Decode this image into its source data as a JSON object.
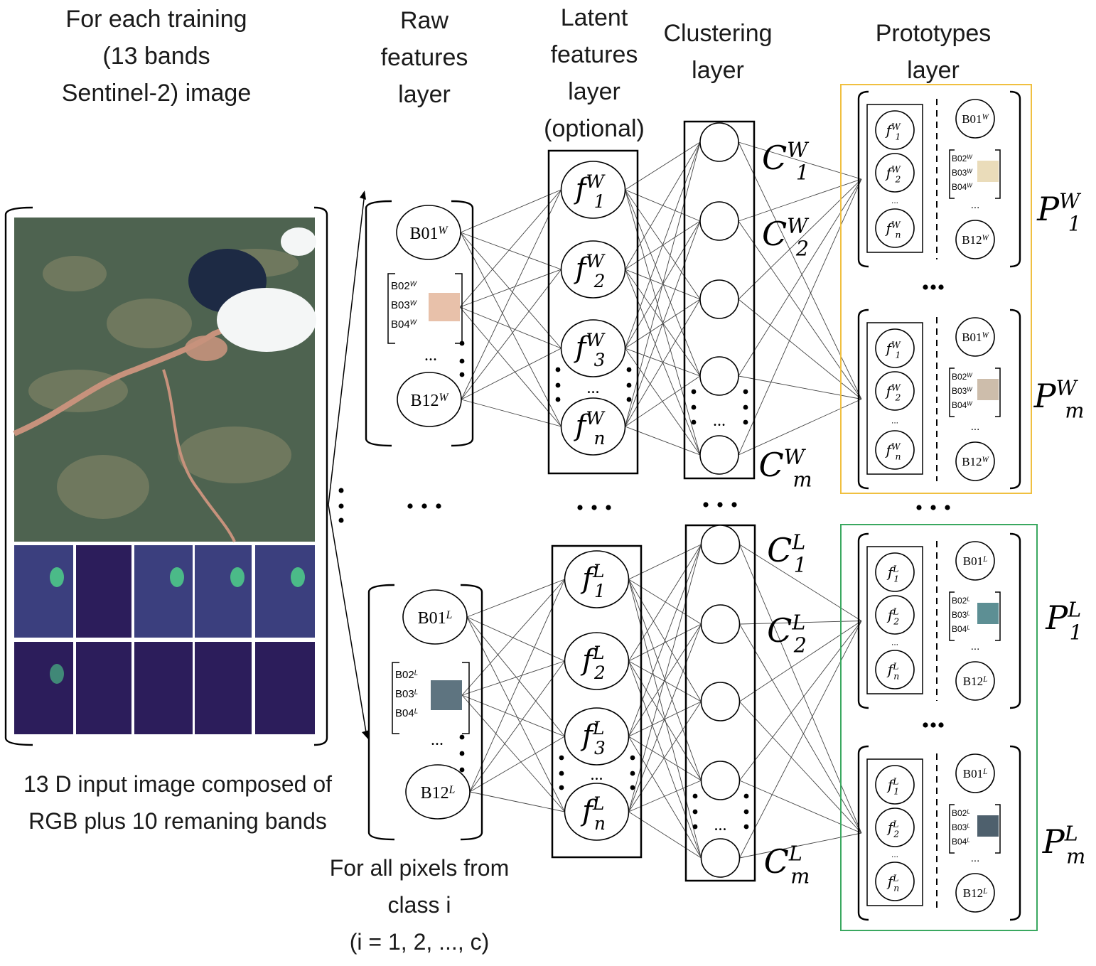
{
  "headings": {
    "input": [
      "For each training",
      "(13 bands",
      "Sentinel-2) image"
    ],
    "raw": [
      "Raw",
      "features",
      "layer"
    ],
    "latent": [
      "Latent",
      "features",
      "layer",
      "(optional)"
    ],
    "clustering": [
      "Clustering",
      "layer"
    ],
    "prototypes": [
      "Prototypes",
      "layer"
    ]
  },
  "captions": {
    "input": [
      "13 D input image composed of",
      "RGB plus 10 remaning bands"
    ],
    "pixels": [
      "For all pixels from",
      "class i",
      "(i = 1, 2, ..., c)"
    ]
  },
  "ellipsis": "...",
  "classes": [
    {
      "sup": "W",
      "frame_color": "#f0c040",
      "swatch_raw": "#e8c1aa",
      "swatch_proto": [
        "#eadcba",
        "#cdbdab"
      ],
      "band_first": "B01",
      "bands_mid": [
        "B02",
        "B03",
        "B04"
      ],
      "band_last": "B12",
      "f_base": "f",
      "f_subs": [
        "1",
        "2",
        "3",
        "n"
      ],
      "c_base": "C",
      "c_subs": [
        "1",
        "2",
        "m"
      ],
      "p_base": "P",
      "p_subs": [
        "1",
        "m"
      ]
    },
    {
      "sup": "L",
      "frame_color": "#3aa860",
      "swatch_raw": "#5e7480",
      "swatch_proto": [
        "#5d8f94",
        "#4e606d"
      ],
      "band_first": "B01",
      "bands_mid": [
        "B02",
        "B03",
        "B04"
      ],
      "band_last": "B12",
      "f_base": "f",
      "f_subs": [
        "1",
        "2",
        "3",
        "n"
      ],
      "c_base": "C",
      "c_subs": [
        "1",
        "2",
        "m"
      ],
      "p_base": "P",
      "p_subs": [
        "1",
        "m"
      ]
    }
  ],
  "image_colors": {
    "rgb_base": "#4e6350",
    "land_light": "#8b8a6a",
    "river": "#c7927c",
    "cloud": "#f4f6f6",
    "shadow": "#1d2a44",
    "band_dark": "#2c1d5b",
    "band_mid": "#3b3f7e",
    "band_bright": "#4fd08a"
  }
}
